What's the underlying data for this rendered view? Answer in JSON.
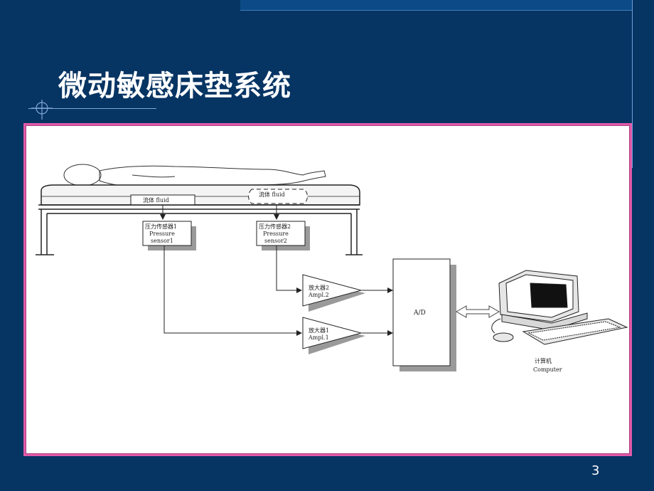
{
  "slide": {
    "title": "微动敏感床垫系统",
    "page_number": "3"
  },
  "diagram": {
    "fluid_left": "流体 fluid",
    "fluid_right": "流体 fluid",
    "sensor1": {
      "cn": "压力传感器1",
      "en1": "Pressure",
      "en2": "sensor1"
    },
    "sensor2": {
      "cn": "压力传感器2",
      "en1": "Pressure",
      "en2": "sensor2"
    },
    "amp2": {
      "cn": "放大器2",
      "en": "Ampl.2"
    },
    "amp1": {
      "cn": "放大器1",
      "en": "Ampl.1"
    },
    "adc": "A/D",
    "computer": {
      "cn": "计算机",
      "en": "Computer"
    }
  },
  "colors": {
    "background": "#063463",
    "frame_border": "#e05aa8"
  }
}
